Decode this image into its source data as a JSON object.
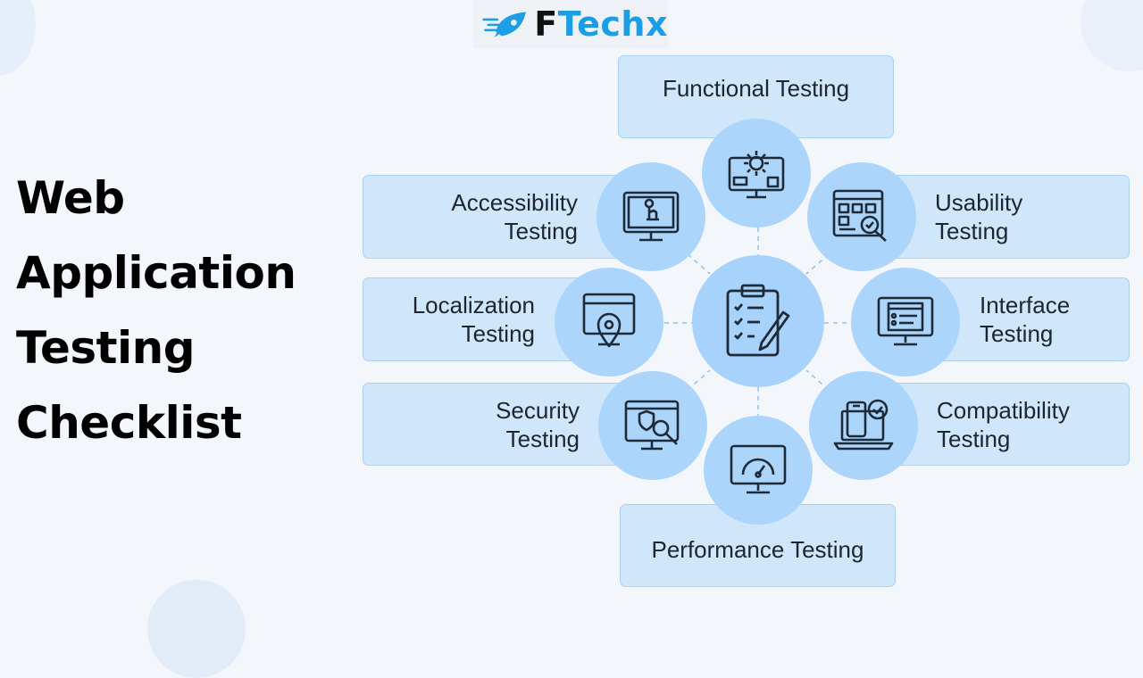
{
  "brand": {
    "logo_f": "F",
    "logo_rest": "Techx"
  },
  "headline": [
    "Web",
    "Application",
    "Testing",
    "Checklist"
  ],
  "hub": {
    "icon": "clipboard-checklist-icon"
  },
  "items": [
    {
      "id": "functional",
      "lines": [
        "Functional Testing"
      ],
      "icon": "gear-monitor-icon"
    },
    {
      "id": "accessibility",
      "lines": [
        "Accessibility",
        "Testing"
      ],
      "icon": "touch-monitor-icon"
    },
    {
      "id": "usability",
      "lines": [
        "Usability",
        "Testing"
      ],
      "icon": "layout-magnifier-icon"
    },
    {
      "id": "localization",
      "lines": [
        "Localization",
        "Testing"
      ],
      "icon": "location-browser-icon"
    },
    {
      "id": "interface",
      "lines": [
        "Interface",
        "Testing"
      ],
      "icon": "interface-monitor-icon"
    },
    {
      "id": "security",
      "lines": [
        "Security",
        "Testing"
      ],
      "icon": "shield-monitor-icon"
    },
    {
      "id": "compatibility",
      "lines": [
        "Compatibility",
        "Testing"
      ],
      "icon": "devices-check-icon"
    },
    {
      "id": "performance",
      "lines": [
        "Performance Testing"
      ],
      "icon": "speedometer-monitor-icon"
    }
  ],
  "colors": {
    "box_fill": "#cfe6fb",
    "box_border": "#a9d1f6",
    "circle_fill": "#acd5fb",
    "icon_stroke": "#1f2a37",
    "brand_blue": "#1b9ee6"
  }
}
